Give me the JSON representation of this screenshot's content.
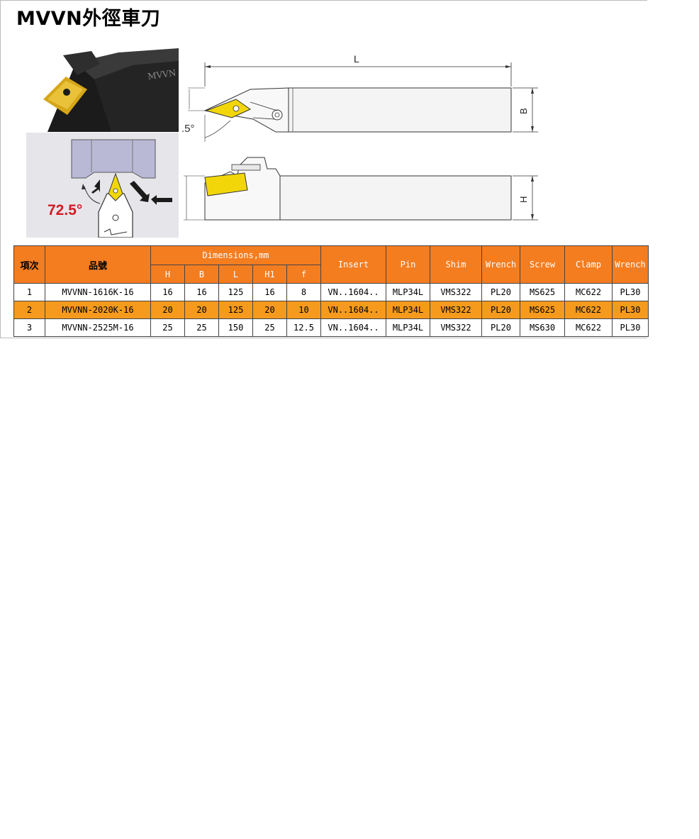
{
  "title": "MVVN外徑車刀",
  "figure": {
    "angle_main": "72.5°",
    "angle_top": ".5°",
    "dim_L": "L",
    "dim_B": "B",
    "dim_H": "H",
    "holder_text": "MVVN"
  },
  "table": {
    "headers": {
      "item": "項次",
      "part_no": "品號",
      "dimensions": "Dimensions,mm",
      "dims": [
        "H",
        "B",
        "L",
        "H1",
        "f"
      ],
      "insert": "Insert",
      "pin": "Pin",
      "shim": "Shim",
      "wrench1": "Wrench",
      "screw": "Screw",
      "clamp": "Clamp",
      "wrench2": "Wrench"
    },
    "rows": [
      [
        "1",
        "MVVNN-1616K-16",
        "16",
        "16",
        "125",
        "16",
        "8",
        "VN..1604..",
        "MLP34L",
        "VMS322",
        "PL20",
        "MS625",
        "MC622",
        "PL30"
      ],
      [
        "2",
        "MVVNN-2020K-16",
        "20",
        "20",
        "125",
        "20",
        "10",
        "VN..1604..",
        "MLP34L",
        "VMS322",
        "PL20",
        "MS625",
        "MC622",
        "PL30"
      ],
      [
        "3",
        "MVVNN-2525M-16",
        "25",
        "25",
        "150",
        "25",
        "12.5",
        "VN..1604..",
        "MLP34L",
        "VMS322",
        "PL20",
        "MS630",
        "MC622",
        "PL30"
      ]
    ]
  },
  "colors": {
    "header_orange": "#f47d20",
    "alt_row": "#f59a1c",
    "insert_yellow": "#f2d60a",
    "angle_red": "#d11c24"
  }
}
